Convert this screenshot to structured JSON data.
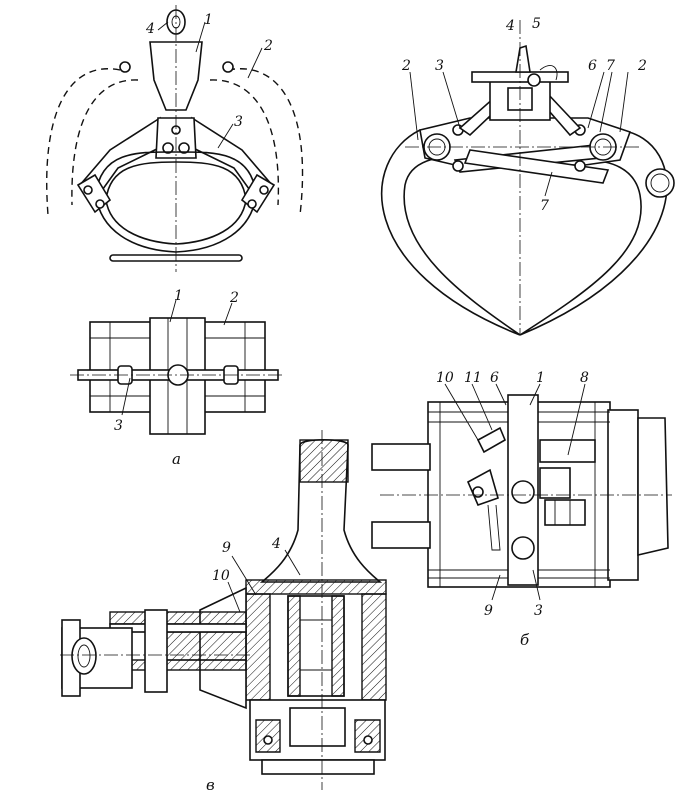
{
  "views": {
    "a": "а",
    "b": "б",
    "c": "в"
  },
  "labels": {
    "a_top": [
      "4",
      "1",
      "2",
      "3"
    ],
    "a_plan": [
      "1",
      "2",
      "3"
    ],
    "b_top": [
      "4",
      "5",
      "2",
      "3",
      "6",
      "7",
      "2",
      "7"
    ],
    "b_plan": [
      "10",
      "11",
      "6",
      "1",
      "8",
      "9",
      "3"
    ],
    "c_section": [
      "4",
      "9",
      "10"
    ]
  }
}
